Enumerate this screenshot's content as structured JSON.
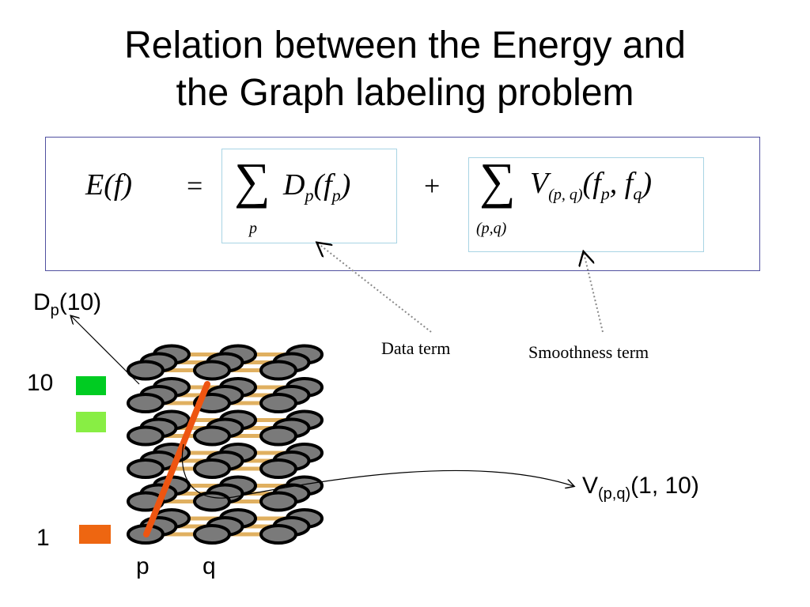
{
  "slide": {
    "title_line1": "Relation between the Energy and",
    "title_line2": "the Graph labeling problem"
  },
  "formula": {
    "lhs": "E(f)",
    "equals": "=",
    "sum_symbol": "∑",
    "data_term": "D",
    "data_term_sub": "p",
    "data_term_arg": "(f",
    "data_term_arg_sub": "p",
    "data_term_close": ")",
    "sum1_index": "p",
    "plus": "+",
    "smooth_term": "V",
    "smooth_term_sub": "(p, q)",
    "smooth_args_open": "(f",
    "smooth_args_sub1": "p",
    "smooth_args_mid": ", f",
    "smooth_args_sub2": "q",
    "smooth_args_close": ")",
    "sum2_index": "(p,q)"
  },
  "annotations": {
    "data_term_caption": "Data term",
    "smoothness_term_caption": "Smoothness term",
    "dp_label": "D",
    "dp_label_sub": "p",
    "dp_label_arg": "(10)",
    "v_label": "V",
    "v_label_sub": "(p,q)",
    "v_label_arg": "(1, 10)"
  },
  "graph": {
    "label_top": "10",
    "label_bottom": "1",
    "node_p": "p",
    "node_q": "q",
    "colors": {
      "label_10": "#00cc22",
      "label_9": "#88ee44",
      "label_1": "#ee6611",
      "node_fill": "#7a7a7a",
      "node_stroke": "#000000",
      "edge": "#e0b060",
      "chosen_edge": "#ee5511"
    }
  }
}
